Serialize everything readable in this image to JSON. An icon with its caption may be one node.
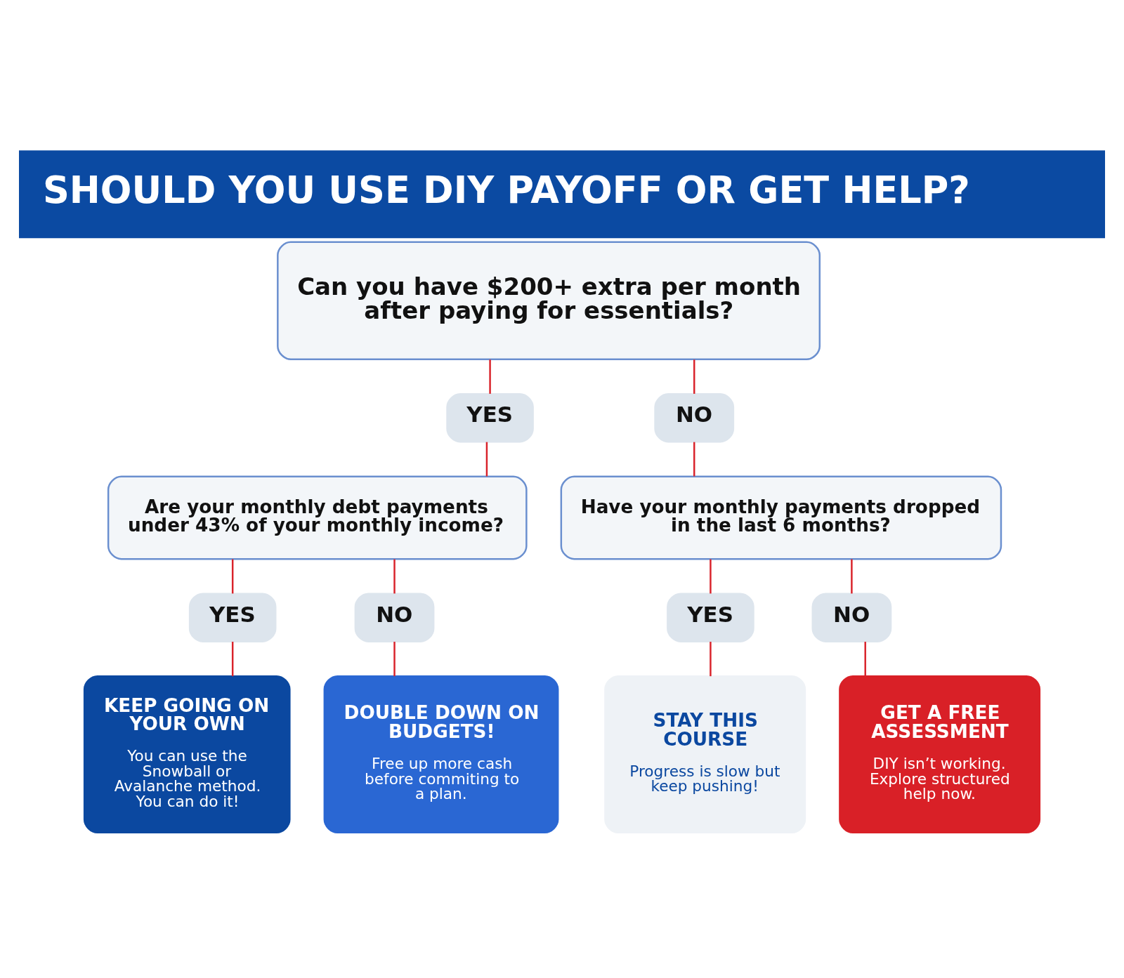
{
  "diagram": {
    "title": "SHOULD YOU USE DIY PAYOFF OR GET HELP?",
    "nodes": [
      {
        "text": [
          "Can you have $200+ extra per month after paying for essentials?"
        ]
      },
      {
        "text": [
          "YES"
        ]
      },
      {
        "text": [
          "NO"
        ]
      },
      {
        "text": [
          "Are your monthly debt payments under 43% of your monthly income?"
        ]
      },
      {
        "text": [
          "Have your monthly payments dropped in the last 6 months?"
        ]
      },
      {
        "text": [
          "YES"
        ]
      },
      {
        "text": [
          "NO"
        ]
      },
      {
        "text": [
          "YES"
        ]
      },
      {
        "text": [
          "NO"
        ]
      },
      {
        "text": [
          "KEEP GOING ON YOUR OWN",
          "You can use the Snowball or Avalanche method. You can do it!"
        ]
      },
      {
        "text": [
          "DOUBLE DOWN ON BUDGETS!",
          "Free up more cash before commiting to a plan."
        ]
      },
      {
        "text": [
          "STAY THIS COURSE",
          "Progress is slow but keep pushing!"
        ]
      },
      {
        "text": [
          "GET A FREE ASSESSMENT",
          "DIY isn’t working. Explore structured help now."
        ]
      }
    ],
    "edges": [
      {
        "from": 0,
        "to": 1,
        "arrow": "none"
      },
      {
        "from": 0,
        "to": 2,
        "arrow": "none"
      },
      {
        "from": 1,
        "to": 3,
        "arrow": "none"
      },
      {
        "from": 2,
        "to": 4,
        "arrow": "none"
      },
      {
        "from": 3,
        "to": 5,
        "arrow": "none"
      },
      {
        "from": 3,
        "to": 6,
        "arrow": "none"
      },
      {
        "from": 4,
        "to": 7,
        "arrow": "none"
      },
      {
        "from": 4,
        "to": 8,
        "arrow": "none"
      },
      {
        "from": 5,
        "to": 9,
        "arrow": "none"
      },
      {
        "from": 6,
        "to": 10,
        "arrow": "none"
      },
      {
        "from": 7,
        "to": 11,
        "arrow": "none"
      },
      {
        "from": 8,
        "to": 12,
        "arrow": "none"
      }
    ]
  }
}
